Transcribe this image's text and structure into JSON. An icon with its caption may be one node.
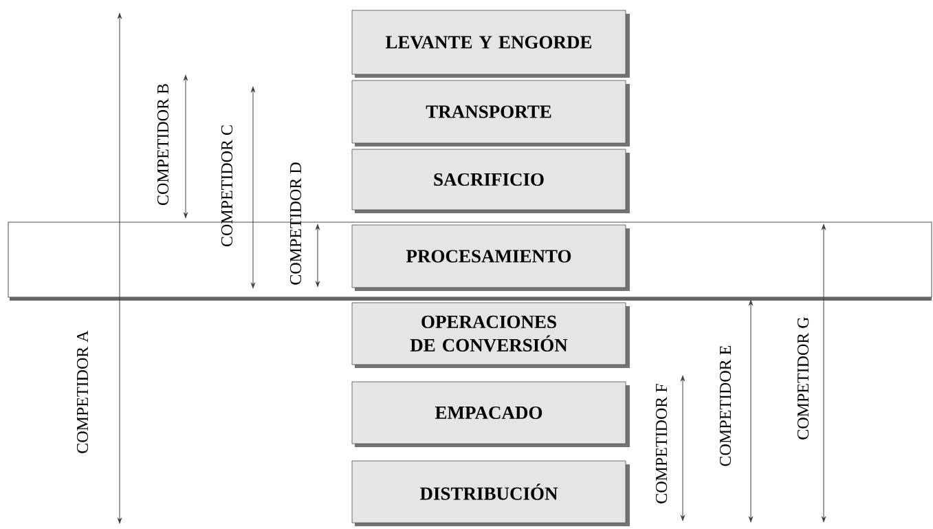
{
  "diagram": {
    "nodes": [
      {
        "text": [
          "LEVANTE Y ENGORDE"
        ]
      },
      {
        "text": [
          "TRANSPORTE"
        ]
      },
      {
        "text": [
          "SACRIFICIO"
        ]
      },
      {
        "text": [
          "PROCESAMIENTO"
        ]
      },
      {
        "text": [
          "OPERACIONES DE CONVERSIÓN"
        ]
      },
      {
        "text": [
          "EMPACADO"
        ]
      },
      {
        "text": [
          "DISTRIBUCIÓN"
        ]
      }
    ],
    "labels": [
      "COMPETIDOR A",
      "COMPETIDOR B",
      "COMPETIDOR C",
      "COMPETIDOR D",
      "COMPETIDOR F",
      "COMPETIDOR E",
      "COMPETIDOR G"
    ]
  }
}
